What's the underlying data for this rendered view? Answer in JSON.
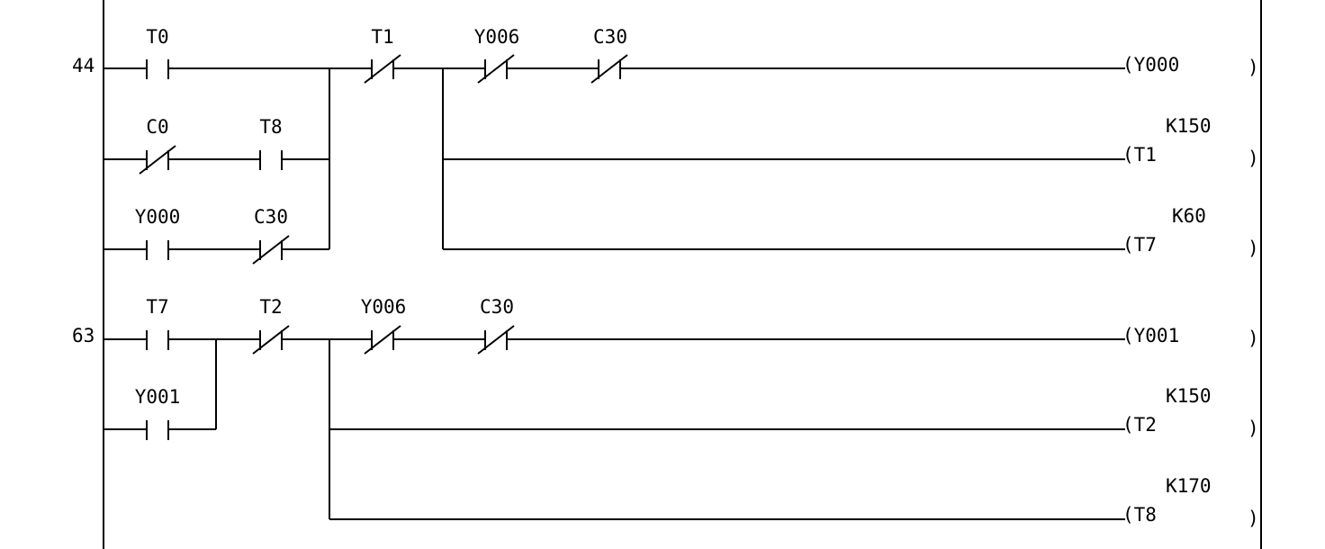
{
  "diagram": {
    "rungs": [
      {
        "step": "44",
        "contacts": [
          {
            "label": "T0",
            "type": "NO"
          },
          {
            "label": "T1",
            "type": "NC"
          },
          {
            "label": "Y006",
            "type": "NC"
          },
          {
            "label": "C30",
            "type": "NC"
          },
          {
            "label": "C0",
            "type": "NC"
          },
          {
            "label": "T8",
            "type": "NO"
          },
          {
            "label": "Y000",
            "type": "NO"
          },
          {
            "label": "C30",
            "type": "NC"
          }
        ],
        "coils": [
          {
            "name": "(Y000",
            "preset": ""
          },
          {
            "name": "(T1",
            "preset": "K150"
          },
          {
            "name": "(T7",
            "preset": "K60"
          }
        ]
      },
      {
        "step": "63",
        "contacts": [
          {
            "label": "T7",
            "type": "NO"
          },
          {
            "label": "T2",
            "type": "NC"
          },
          {
            "label": "Y006",
            "type": "NC"
          },
          {
            "label": "C30",
            "type": "NC"
          },
          {
            "label": "Y001",
            "type": "NO"
          }
        ],
        "coils": [
          {
            "name": "(Y001",
            "preset": ""
          },
          {
            "name": "(T2",
            "preset": "K150"
          },
          {
            "name": "(T8",
            "preset": "K170"
          }
        ]
      }
    ],
    "coil_close": ")"
  }
}
